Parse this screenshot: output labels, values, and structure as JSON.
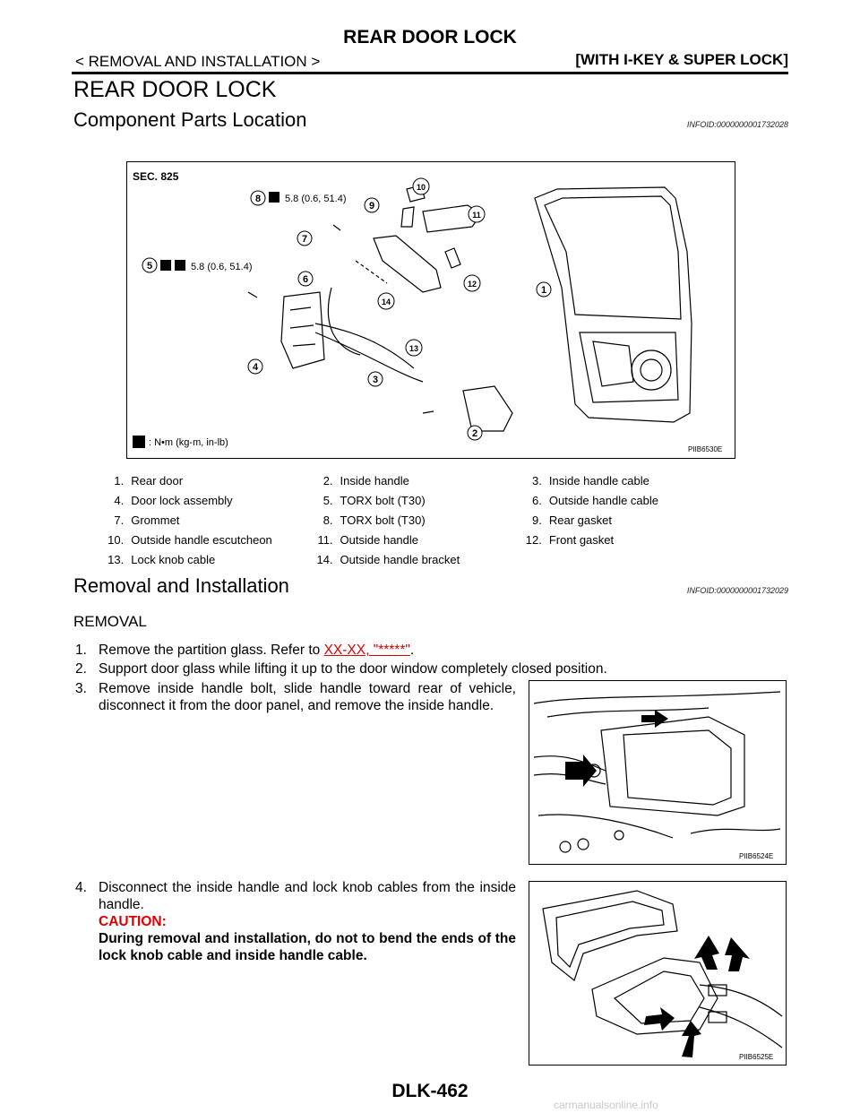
{
  "header": {
    "page_title": "REAR DOOR LOCK",
    "breadcrumb": "< REMOVAL AND INSTALLATION >",
    "variant": "[WITH I-KEY & SUPER LOCK]"
  },
  "section_title": "REAR DOOR LOCK",
  "component_parts": {
    "heading": "Component Parts Location",
    "info_id": "INFOID:0000000001732028",
    "figure": {
      "sec": "SEC. 825",
      "torque_8": "5.8 (0.6, 51.4)",
      "torque_5": "5.8 (0.6, 51.4)",
      "legend": ": N•m (kg-m, in-lb)",
      "code": "PIIB6530E",
      "callouts": [
        "1",
        "2",
        "3",
        "4",
        "5",
        "6",
        "7",
        "8",
        "9",
        "10",
        "11",
        "12",
        "13",
        "14"
      ]
    },
    "parts": [
      [
        "1.",
        "Rear door",
        "2.",
        "Inside handle",
        "3.",
        "Inside handle cable"
      ],
      [
        "4.",
        "Door lock assembly",
        "5.",
        "TORX bolt (T30)",
        "6.",
        "Outside handle cable"
      ],
      [
        "7.",
        "Grommet",
        "8.",
        "TORX bolt (T30)",
        "9.",
        "Rear gasket"
      ],
      [
        "10.",
        "Outside handle escutcheon",
        "11.",
        "Outside handle",
        "12.",
        "Front gasket"
      ],
      [
        "13.",
        "Lock knob cable",
        "14.",
        "Outside handle bracket",
        "",
        ""
      ]
    ]
  },
  "removal_installation": {
    "heading": "Removal and Installation",
    "info_id": "INFOID:0000000001732029",
    "subheading": "REMOVAL",
    "steps": {
      "s1_num": "1.",
      "s1_text": "Remove the partition glass. Refer to ",
      "s1_link": "XX-XX, \"*****\"",
      "s1_end": ".",
      "s2_num": "2.",
      "s2_text": "Support door glass while lifting it up to the door window completely closed position.",
      "s3_num": "3.",
      "s3_text": "Remove inside handle bolt, slide handle toward rear of vehicle, disconnect it from the door panel, and remove the inside handle.",
      "s4_num": "4.",
      "s4_text": "Disconnect the inside handle and lock knob cables from the inside handle.",
      "caution_label": "CAUTION:",
      "caution_text": "During removal and installation, do not to bend the ends of the lock knob cable and inside handle cable."
    },
    "figure2_code": "PIIB6524E",
    "figure3_code": "PIIB6525E"
  },
  "footer": {
    "page_number": "DLK-462",
    "watermark": "carmanualsonline.info"
  }
}
